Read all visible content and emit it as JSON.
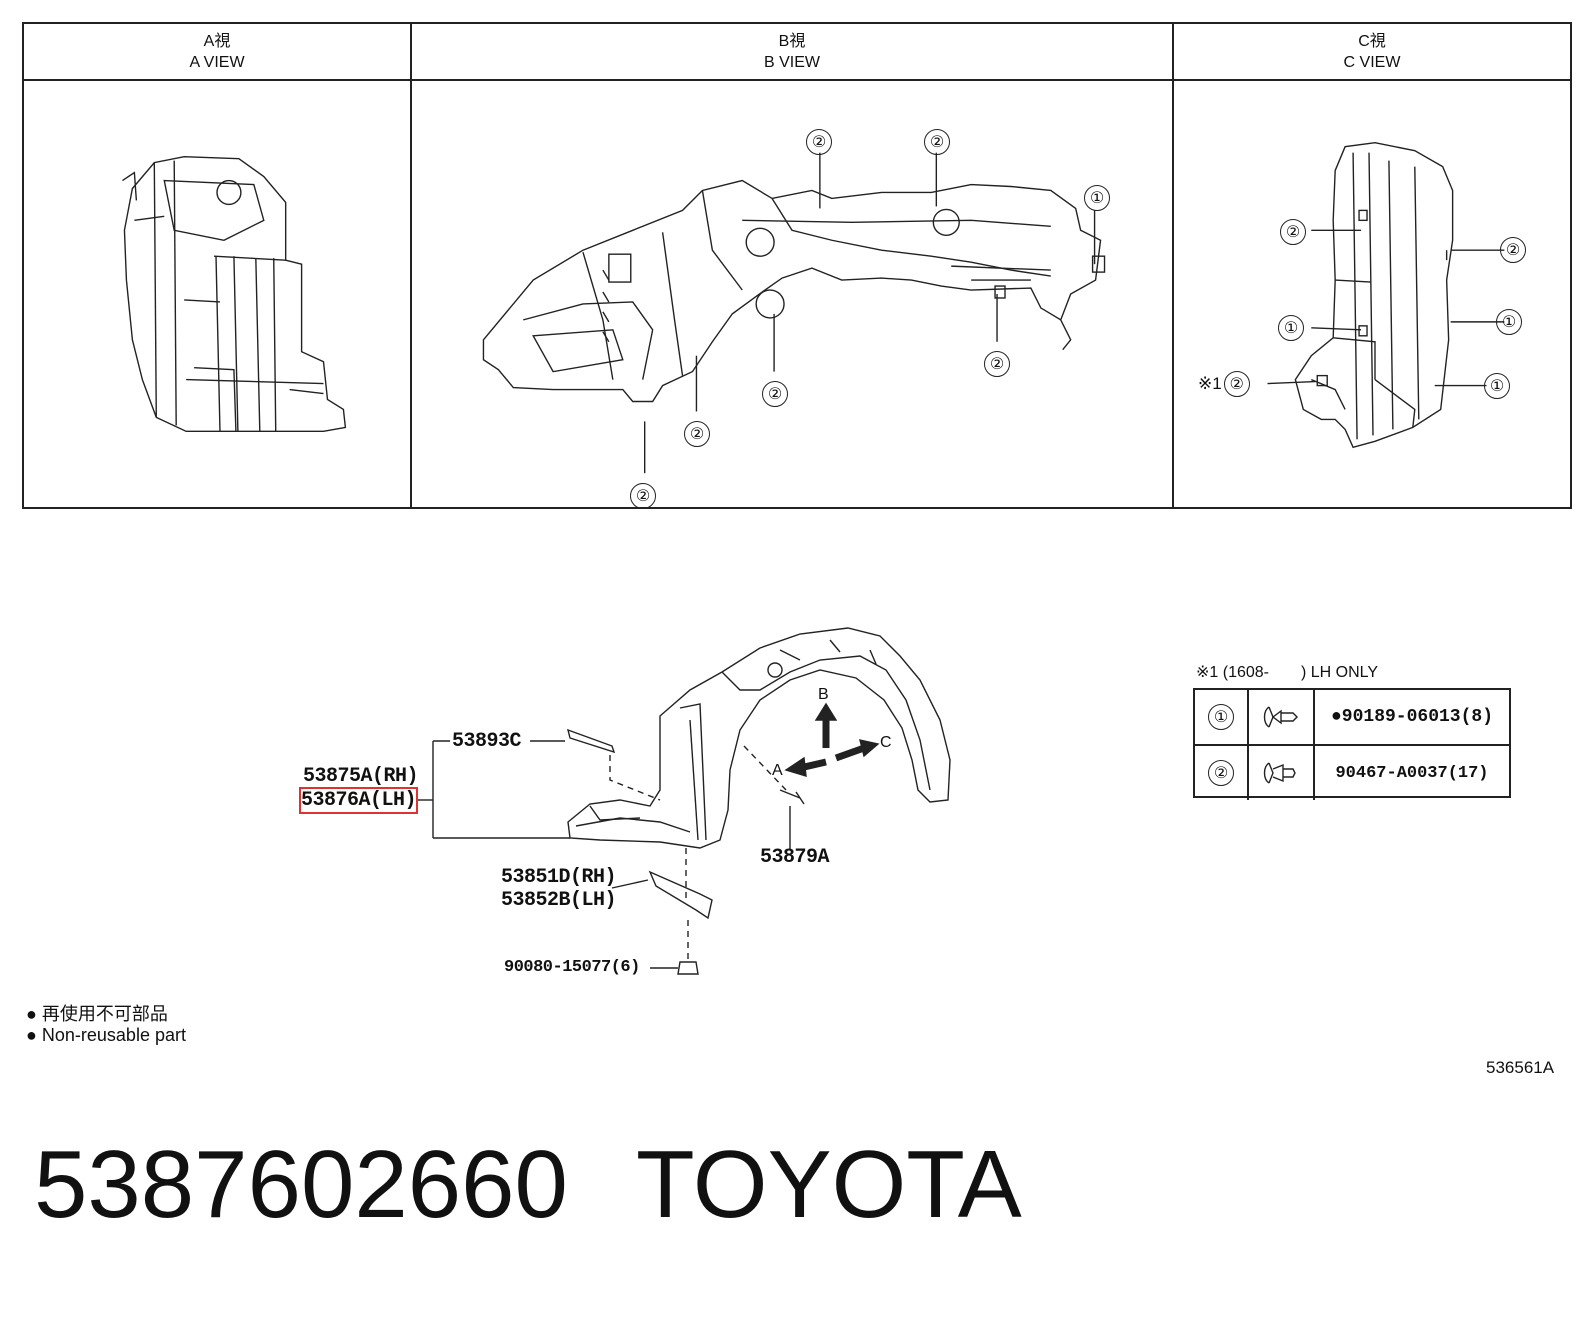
{
  "views": [
    {
      "jp": "A視",
      "en": "A VIEW"
    },
    {
      "jp": "B視",
      "en": "B VIEW"
    },
    {
      "jp": "C視",
      "en": "C VIEW"
    }
  ],
  "callouts": {
    "one": "①",
    "two": "②",
    "note_mark": "※1"
  },
  "parts": {
    "p53893c": "53893C",
    "p53875a": "53875A(RH)",
    "p53876a": "53876A(LH)",
    "p53879a": "53879A",
    "p53851d": "53851D(RH)",
    "p53852b": "53852B(LH)",
    "p90080": "90080-15077(6)"
  },
  "arrows": {
    "a": "A",
    "b": "B",
    "c": "C"
  },
  "legend": {
    "title": "※1 (1608-　　) LH ONLY",
    "rows": [
      {
        "num": "①",
        "part": "●90189-06013(8)"
      },
      {
        "num": "②",
        "part": "90467-A0037(17)"
      }
    ]
  },
  "footnote": {
    "jp": "再使用不可部品",
    "en": "Non-reusable part",
    "bullet": "●"
  },
  "illustration_code": "536561A",
  "part_number": "5387602660",
  "brand": "TOYOTA"
}
